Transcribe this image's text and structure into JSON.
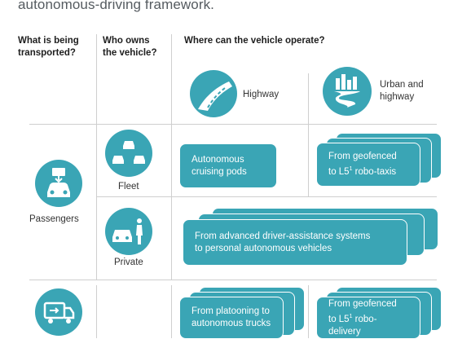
{
  "title": "autonomous-driving framework.",
  "headers": {
    "what": [
      "What is being",
      "transported?"
    ],
    "who": [
      "Who owns",
      "the vehicle?"
    ],
    "where": "Where can the vehicle operate?"
  },
  "environments": {
    "highway": "Highway",
    "urban": [
      "Urban and",
      "highway"
    ]
  },
  "rows": {
    "passengers": "Passengers",
    "fleet": "Fleet",
    "private": "Private"
  },
  "cards": {
    "pods": [
      "Autonomous",
      "cruising pods"
    ],
    "robotaxi_line1": "From geofenced",
    "robotaxi_line2_pre": "to L5",
    "robotaxi_sup": "1",
    "robotaxi_line2_post": " robo-taxis",
    "adas": [
      "From advanced driver-assistance systems",
      "to personal autonomous vehicles"
    ],
    "trucks": [
      "From platooning to",
      "autonomous trucks"
    ],
    "delivery_line1": "From geofenced",
    "delivery_line2_pre": "to L5",
    "delivery_sup": "1",
    "delivery_line2_post": " robo-delivery"
  },
  "colors": {
    "accent": "#3aa5b5",
    "grid": "#cfcfcf"
  }
}
